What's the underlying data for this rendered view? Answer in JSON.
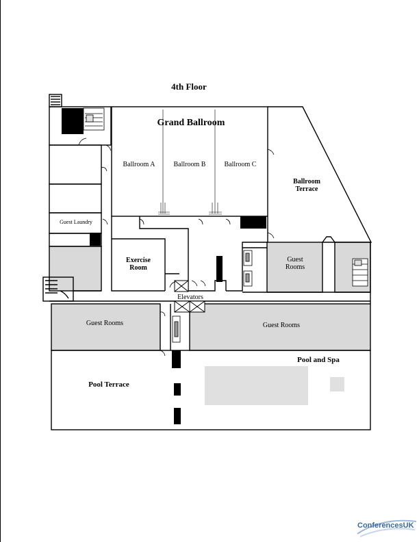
{
  "floor_title": "4th Floor",
  "rooms": {
    "grand_ballroom": "Grand Ballroom",
    "ballroom_a": "Ballroom A",
    "ballroom_b": "Ballroom B",
    "ballroom_c": "Ballroom C",
    "ballroom_terrace_line1": "Ballroom",
    "ballroom_terrace_line2": "Terrace",
    "guest_laundry": "Guest Laundry",
    "exercise_line1": "Exercise",
    "exercise_line2": "Room",
    "guest_rooms_east_line1": "Guest",
    "guest_rooms_east_line2": "Rooms",
    "elevators": "Elevators",
    "guest_rooms_west": "Guest Rooms",
    "guest_rooms_south": "Guest Rooms",
    "pool_and_spa": "Pool and Spa",
    "pool_terrace": "Pool Terrace"
  },
  "logo": {
    "part1": "Conferences",
    "part2": "UK"
  },
  "colors": {
    "room_fill": "#d9d9d9",
    "wall": "#000000",
    "logo_blue": "#5b86b8"
  }
}
